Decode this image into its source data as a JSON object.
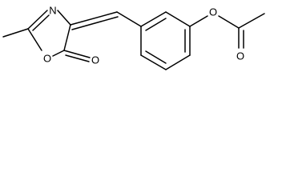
{
  "structure": {
    "atoms": {
      "ring_nitrogen": "N",
      "ring_oxygen": "O",
      "carbonyl_oxygen": "O",
      "ester_oxygen": "O",
      "acetyl_oxygen": "O"
    },
    "colors": {
      "bond": "#000000",
      "label": "#000000",
      "background": "#ffffff"
    }
  }
}
